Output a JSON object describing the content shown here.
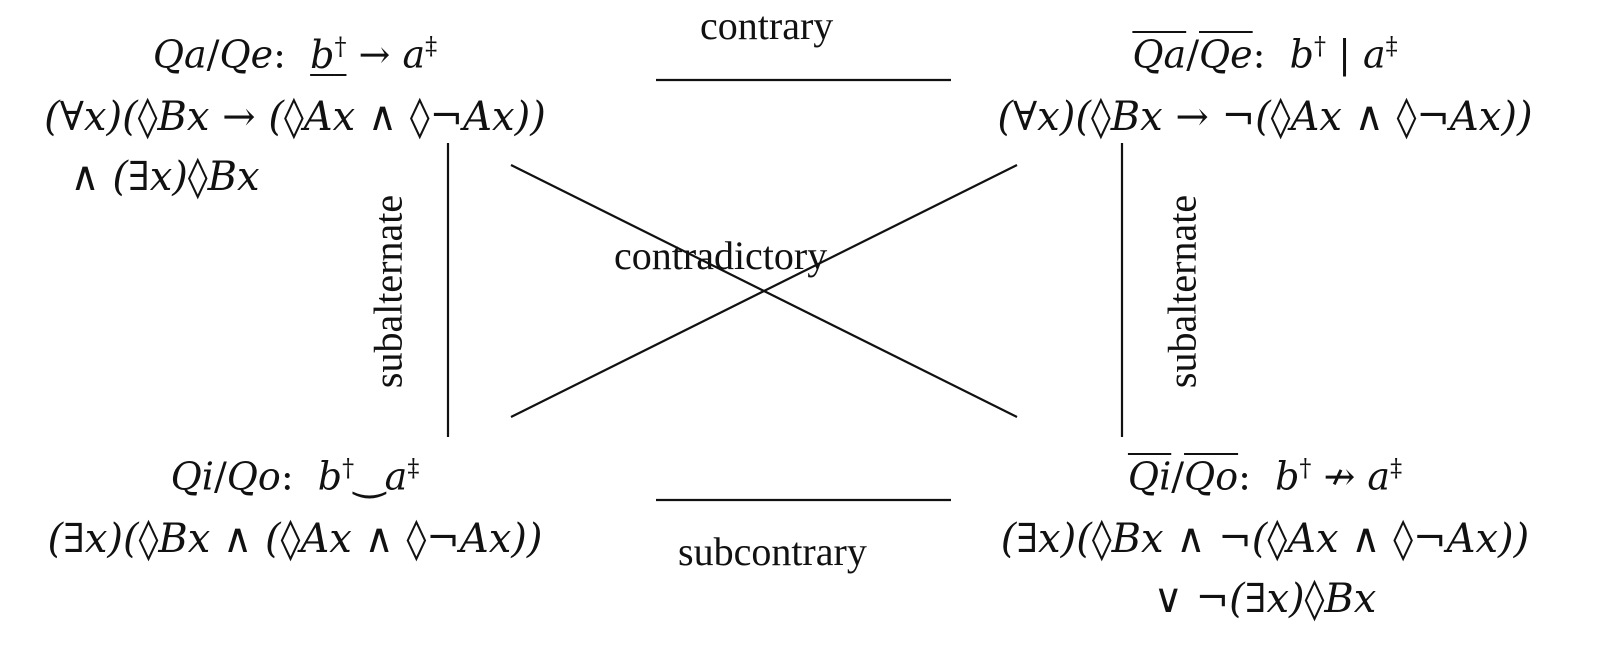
{
  "relations": {
    "contrary": "contrary",
    "contradictory": "contradictory",
    "subcontrary": "subcontrary",
    "subalternate_left": "subalternate",
    "subalternate_right": "subalternate"
  },
  "corners": {
    "top_left": {
      "name_a": "Qa",
      "name_sep": "/",
      "name_b": "Qe",
      "colon": ":",
      "left_term": "b",
      "left_mark": "†",
      "relation": "→",
      "right_term": "a",
      "right_mark": "‡",
      "line1": "(∀x)(◊Bx → (◊Ax ∧ ◊¬Ax))",
      "line2": "∧ (∃x)◊Bx"
    },
    "top_right": {
      "name_a": "Qa",
      "name_sep": "/",
      "name_b": "Qe",
      "colon": ":",
      "left_term": "b",
      "left_mark": "†",
      "relation": "|",
      "right_term": "a",
      "right_mark": "‡",
      "line1": "(∀x)(◊Bx → ¬(◊Ax ∧ ◊¬Ax))"
    },
    "bottom_left": {
      "name_a": "Qi",
      "name_sep": "/",
      "name_b": "Qo",
      "colon": ":",
      "left_term": "b",
      "left_mark": "†",
      "relation": "‿",
      "right_term": "a",
      "right_mark": "‡",
      "line1": "(∃x)(◊Bx ∧ (◊Ax ∧ ◊¬Ax))"
    },
    "bottom_right": {
      "name_a": "Qi",
      "name_sep": "/",
      "name_b": "Qo",
      "colon": ":",
      "left_term": "b",
      "left_mark": "†",
      "relation": "↛",
      "right_term": "a",
      "right_mark": "‡",
      "line1": "(∃x)(◊Bx ∧ ¬(◊Ax ∧ ◊¬Ax))",
      "line2": "∨ ¬(∃x)◊Bx"
    }
  }
}
